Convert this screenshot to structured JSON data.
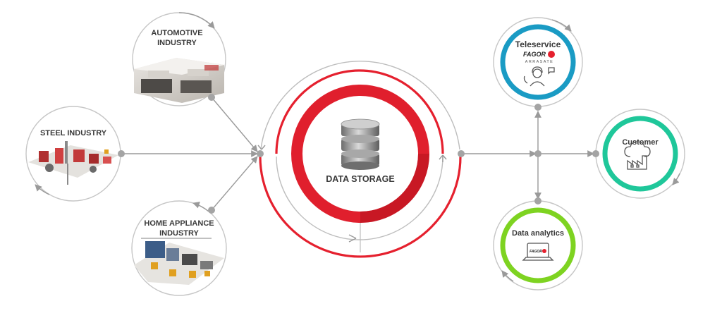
{
  "center": {
    "label": "DATA STORAGE"
  },
  "industries": {
    "automotive": {
      "line1": "AUTOMOTIVE",
      "line2": "INDUSTRY"
    },
    "steel": {
      "line1": "STEEL INDUSTRY"
    },
    "home_appliance": {
      "line1": "HOME APPLIANCE",
      "line2": "INDUSTRY"
    }
  },
  "services": {
    "teleservice": {
      "label": "Teleservice",
      "brand": "FAGOR",
      "brand_sub": "ARRASATE",
      "ring_color": "#1a9bc4"
    },
    "customer": {
      "label": "Customer",
      "ring_color": "#1fc79a"
    },
    "analytics": {
      "label": "Data analytics",
      "brand": "FAGOR",
      "ring_color": "#7ed321"
    }
  },
  "colors": {
    "accent_red": "#e5202e",
    "connector_gray": "#9a9a9a",
    "node_gray": "#a4a4a4"
  },
  "icons": [
    "database-icon",
    "headset-operator-icon",
    "cloud-factory-icon",
    "laptop-icon"
  ]
}
